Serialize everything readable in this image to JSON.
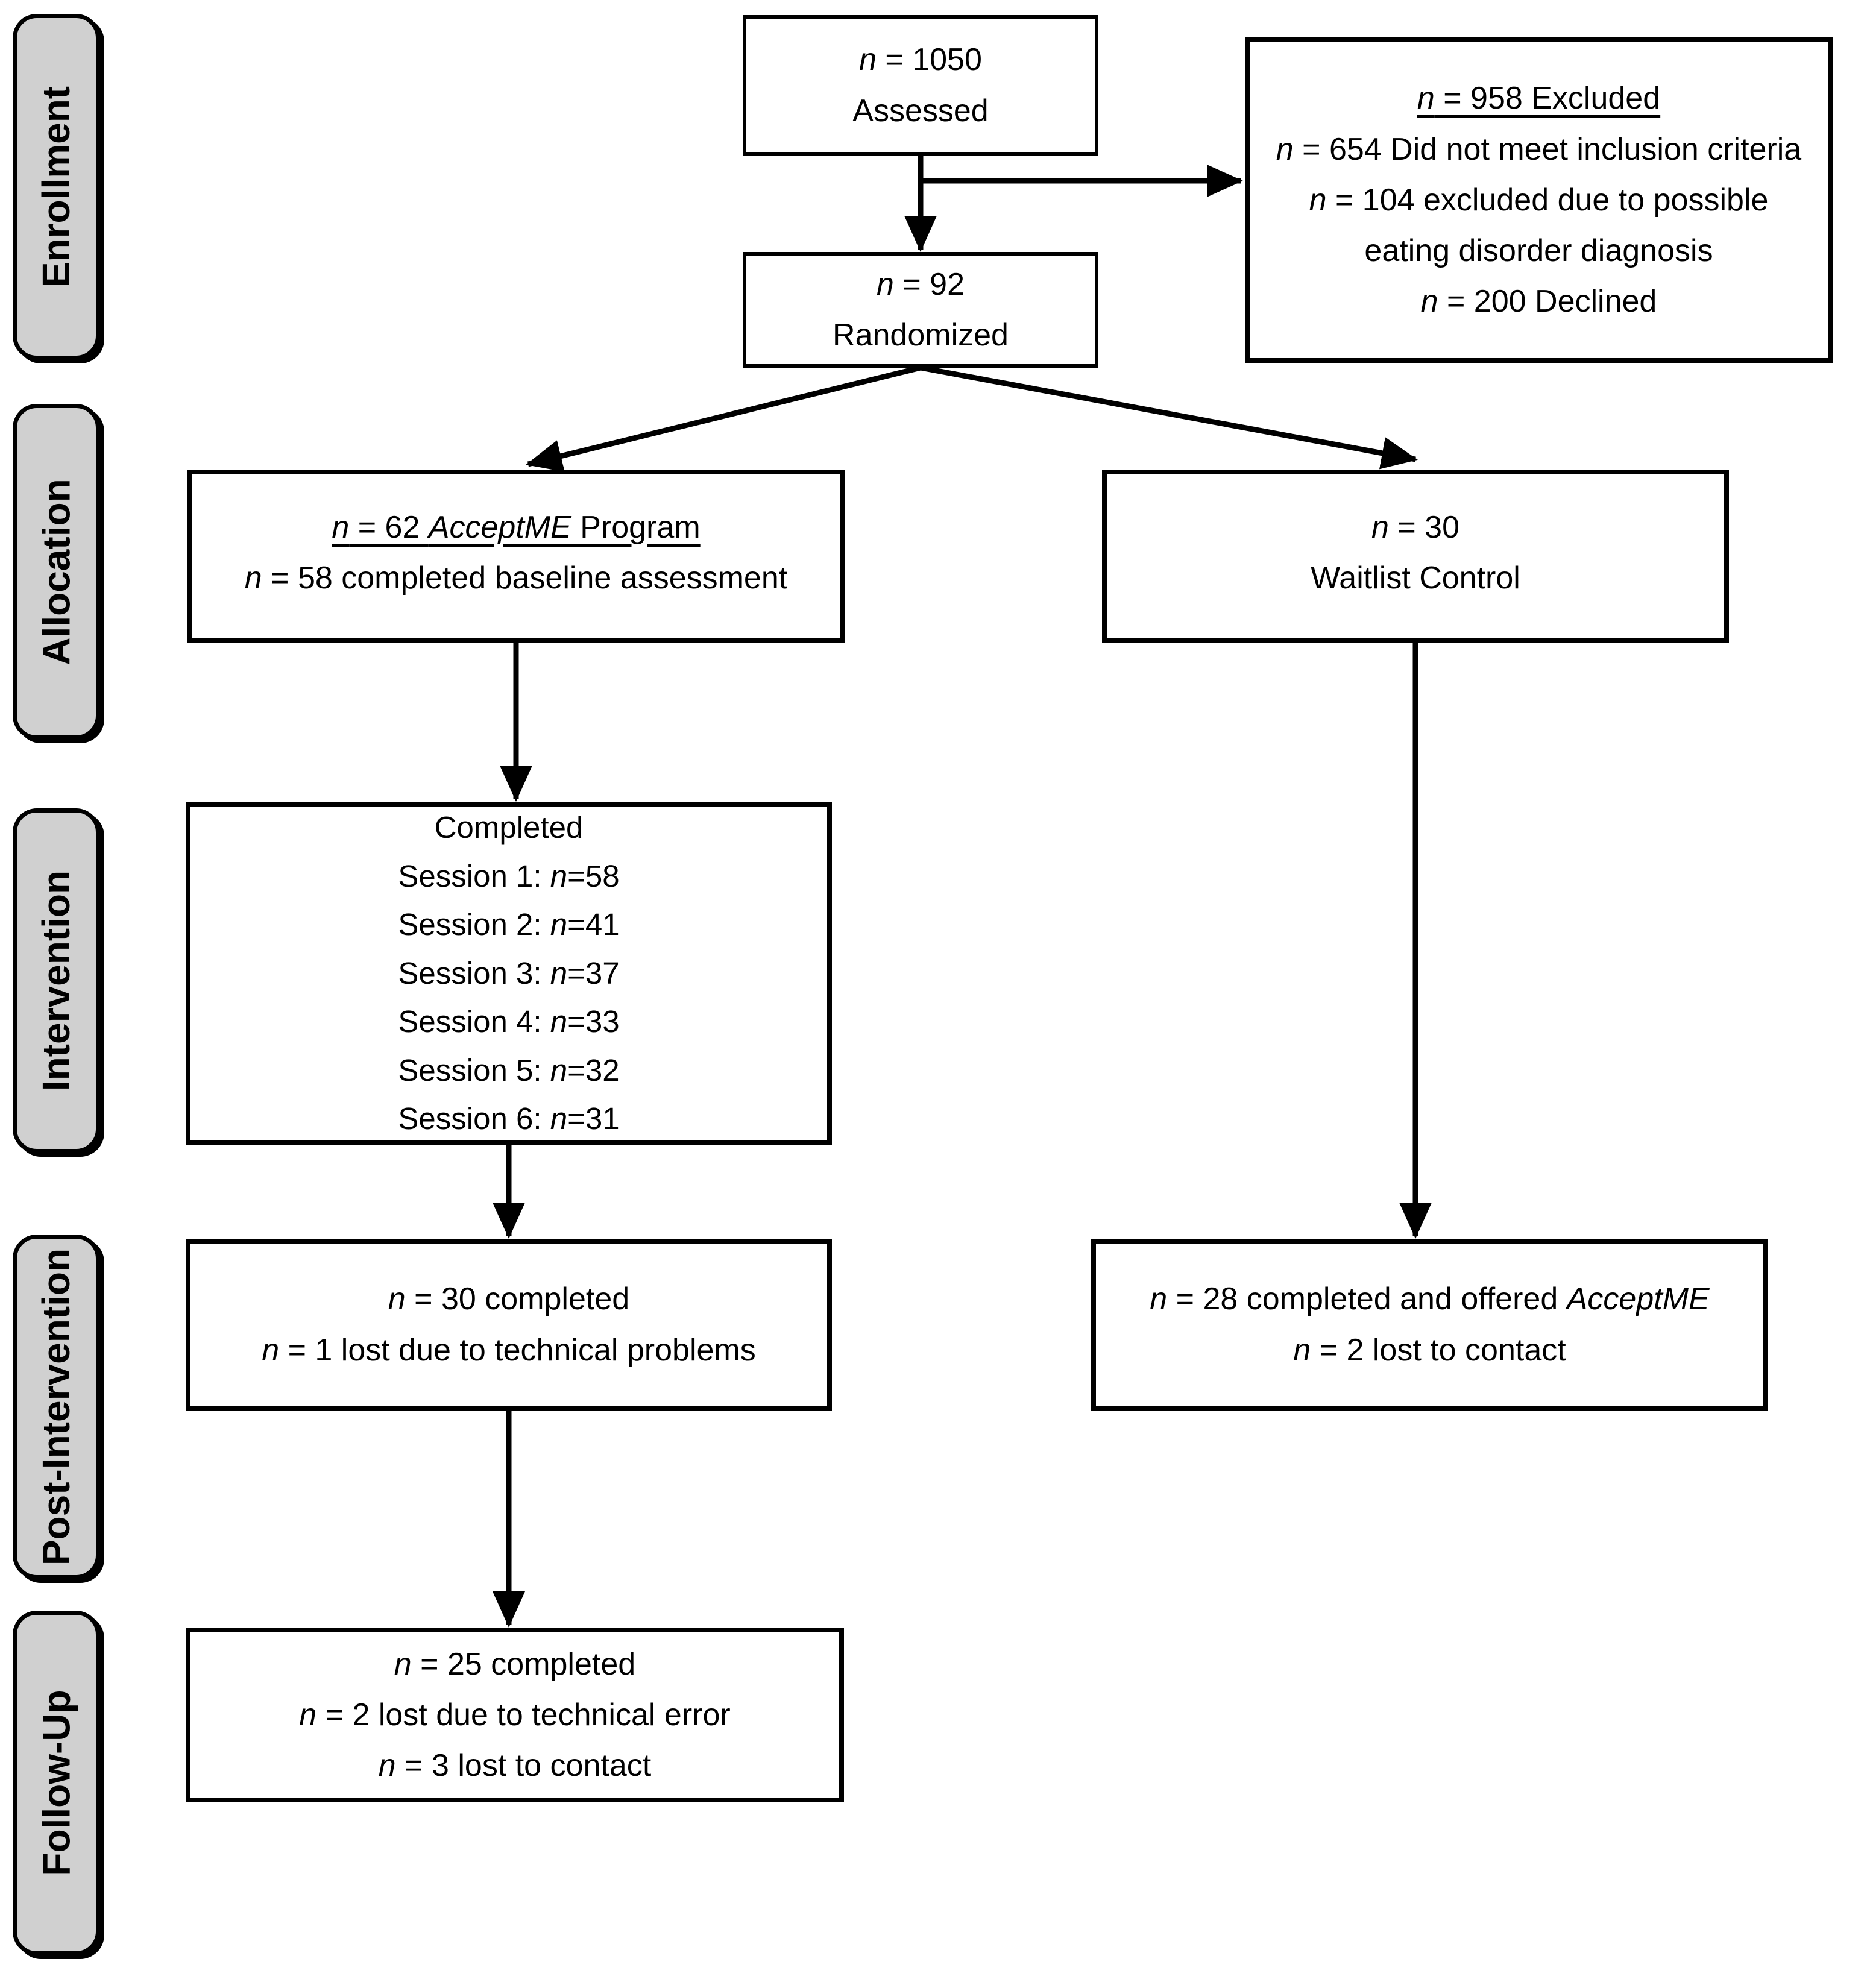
{
  "colors": {
    "stage_fill": "#d0d0d0",
    "box_fill": "#ffffff",
    "line": "#000000"
  },
  "stages": [
    {
      "label": "Enrollment"
    },
    {
      "label": "Allocation"
    },
    {
      "label": "Intervention"
    },
    {
      "label": "Post-Intervention"
    },
    {
      "label": "Follow-Up"
    }
  ],
  "boxes": {
    "assessed": {
      "lines": [
        {
          "text": "n = 1050"
        },
        {
          "text": "Assessed"
        }
      ]
    },
    "excluded": {
      "lines": [
        {
          "text": "n = 958 Excluded",
          "underline": true
        },
        {
          "text": "n = 654 Did not meet inclusion criteria"
        },
        {
          "text": "n = 104 excluded due to possible eating disorder diagnosis"
        },
        {
          "text": "n = 200 Declined"
        }
      ]
    },
    "randomized": {
      "lines": [
        {
          "text": "n = 92"
        },
        {
          "text": "Randomized"
        }
      ]
    },
    "acceptme": {
      "lines": [
        {
          "text": "n = 62 AcceptME Program",
          "underline": true
        },
        {
          "text": "n = 58 completed baseline assessment"
        }
      ]
    },
    "waitlist": {
      "lines": [
        {
          "text": "n = 30"
        },
        {
          "text": "Waitlist Control"
        }
      ]
    },
    "intervention": {
      "lines": [
        {
          "text": "Completed"
        },
        {
          "text": "Session 1: n=58"
        },
        {
          "text": "Session 2: n=41"
        },
        {
          "text": "Session 3: n=37"
        },
        {
          "text": "Session 4: n=33"
        },
        {
          "text": "Session 5: n=32"
        },
        {
          "text": "Session 6: n=31"
        }
      ]
    },
    "postleft": {
      "lines": [
        {
          "text": "n = 30 completed"
        },
        {
          "text": "n = 1 lost due to technical problems"
        }
      ]
    },
    "postright": {
      "lines": [
        {
          "text": "n = 28 completed and offered AcceptME"
        },
        {
          "text": "n = 2 lost to contact"
        }
      ]
    },
    "followup": {
      "lines": [
        {
          "text": "n = 25 completed"
        },
        {
          "text": "n = 2 lost due to technical error"
        },
        {
          "text": "n = 3 lost to contact"
        }
      ]
    }
  }
}
